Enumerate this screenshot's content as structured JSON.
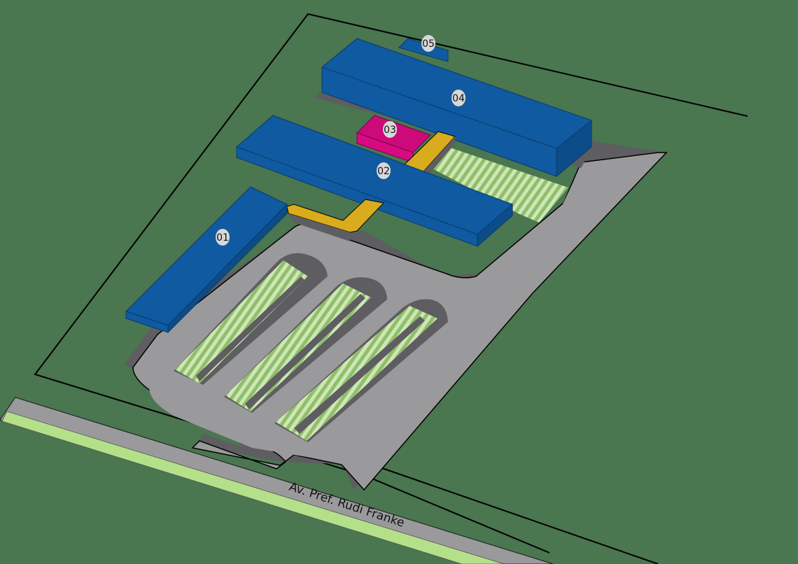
{
  "colors": {
    "background": "#4a7650",
    "road": "#9a9a9c",
    "road_dark": "#5e5d62",
    "median": "#b5e08a",
    "building": "#0f5aa0",
    "building_side": "#0c4c88",
    "building_03": "#cc0a7a",
    "walkway": "#d8ac1c",
    "badge": "#d8d8d8"
  },
  "buildings": [
    {
      "id": "01",
      "label": "01"
    },
    {
      "id": "02",
      "label": "02"
    },
    {
      "id": "03",
      "label": "03"
    },
    {
      "id": "04",
      "label": "04"
    },
    {
      "id": "05",
      "label": "05"
    }
  ],
  "street": {
    "name": "Av. Pref. Rudi Franke"
  }
}
